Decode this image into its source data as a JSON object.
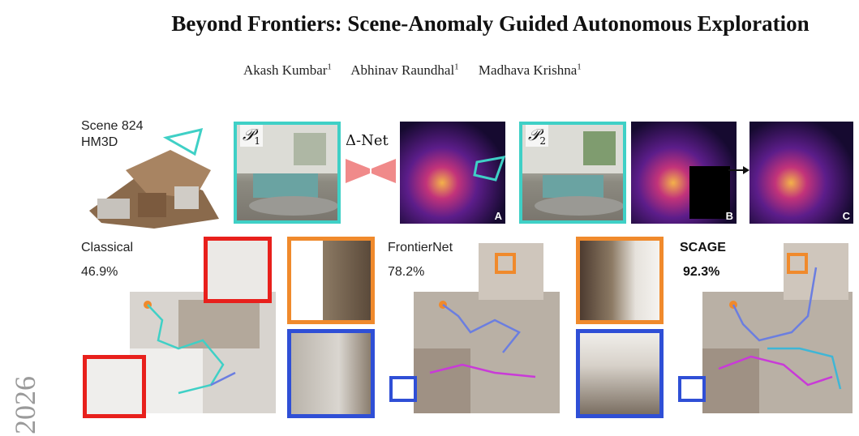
{
  "paper": {
    "title": "Beyond Frontiers: Scene-Anomaly Guided Autonomous Exploration",
    "authors": [
      {
        "name": "Akash Kumbar",
        "affil": "1"
      },
      {
        "name": "Abhinav Raundhal",
        "affil": "1"
      },
      {
        "name": "Madhava Krishna",
        "affil": "1"
      }
    ],
    "side_year": "2026"
  },
  "figure": {
    "scene_label_line1": "Scene 824",
    "scene_label_line2": "HM3D",
    "p1_symbol": "𝒫",
    "p1_sub": "1",
    "p2_symbol": "𝒫",
    "p2_sub": "2",
    "delta_net": "Δ-Net",
    "panel_a": "A",
    "panel_b": "B",
    "panel_c": "C",
    "methods": [
      {
        "name": "Classical",
        "coverage": "46.9%"
      },
      {
        "name": "FrontierNet",
        "coverage": "78.2%"
      },
      {
        "name": "SCAGE",
        "coverage": "92.3%"
      }
    ],
    "colors": {
      "teal": "#3fd0c6",
      "red": "#e8201c",
      "orange": "#f08a2c",
      "blue": "#2f4fd6",
      "magenta": "#c93ad8",
      "delta_net": "#f08a8a"
    }
  }
}
